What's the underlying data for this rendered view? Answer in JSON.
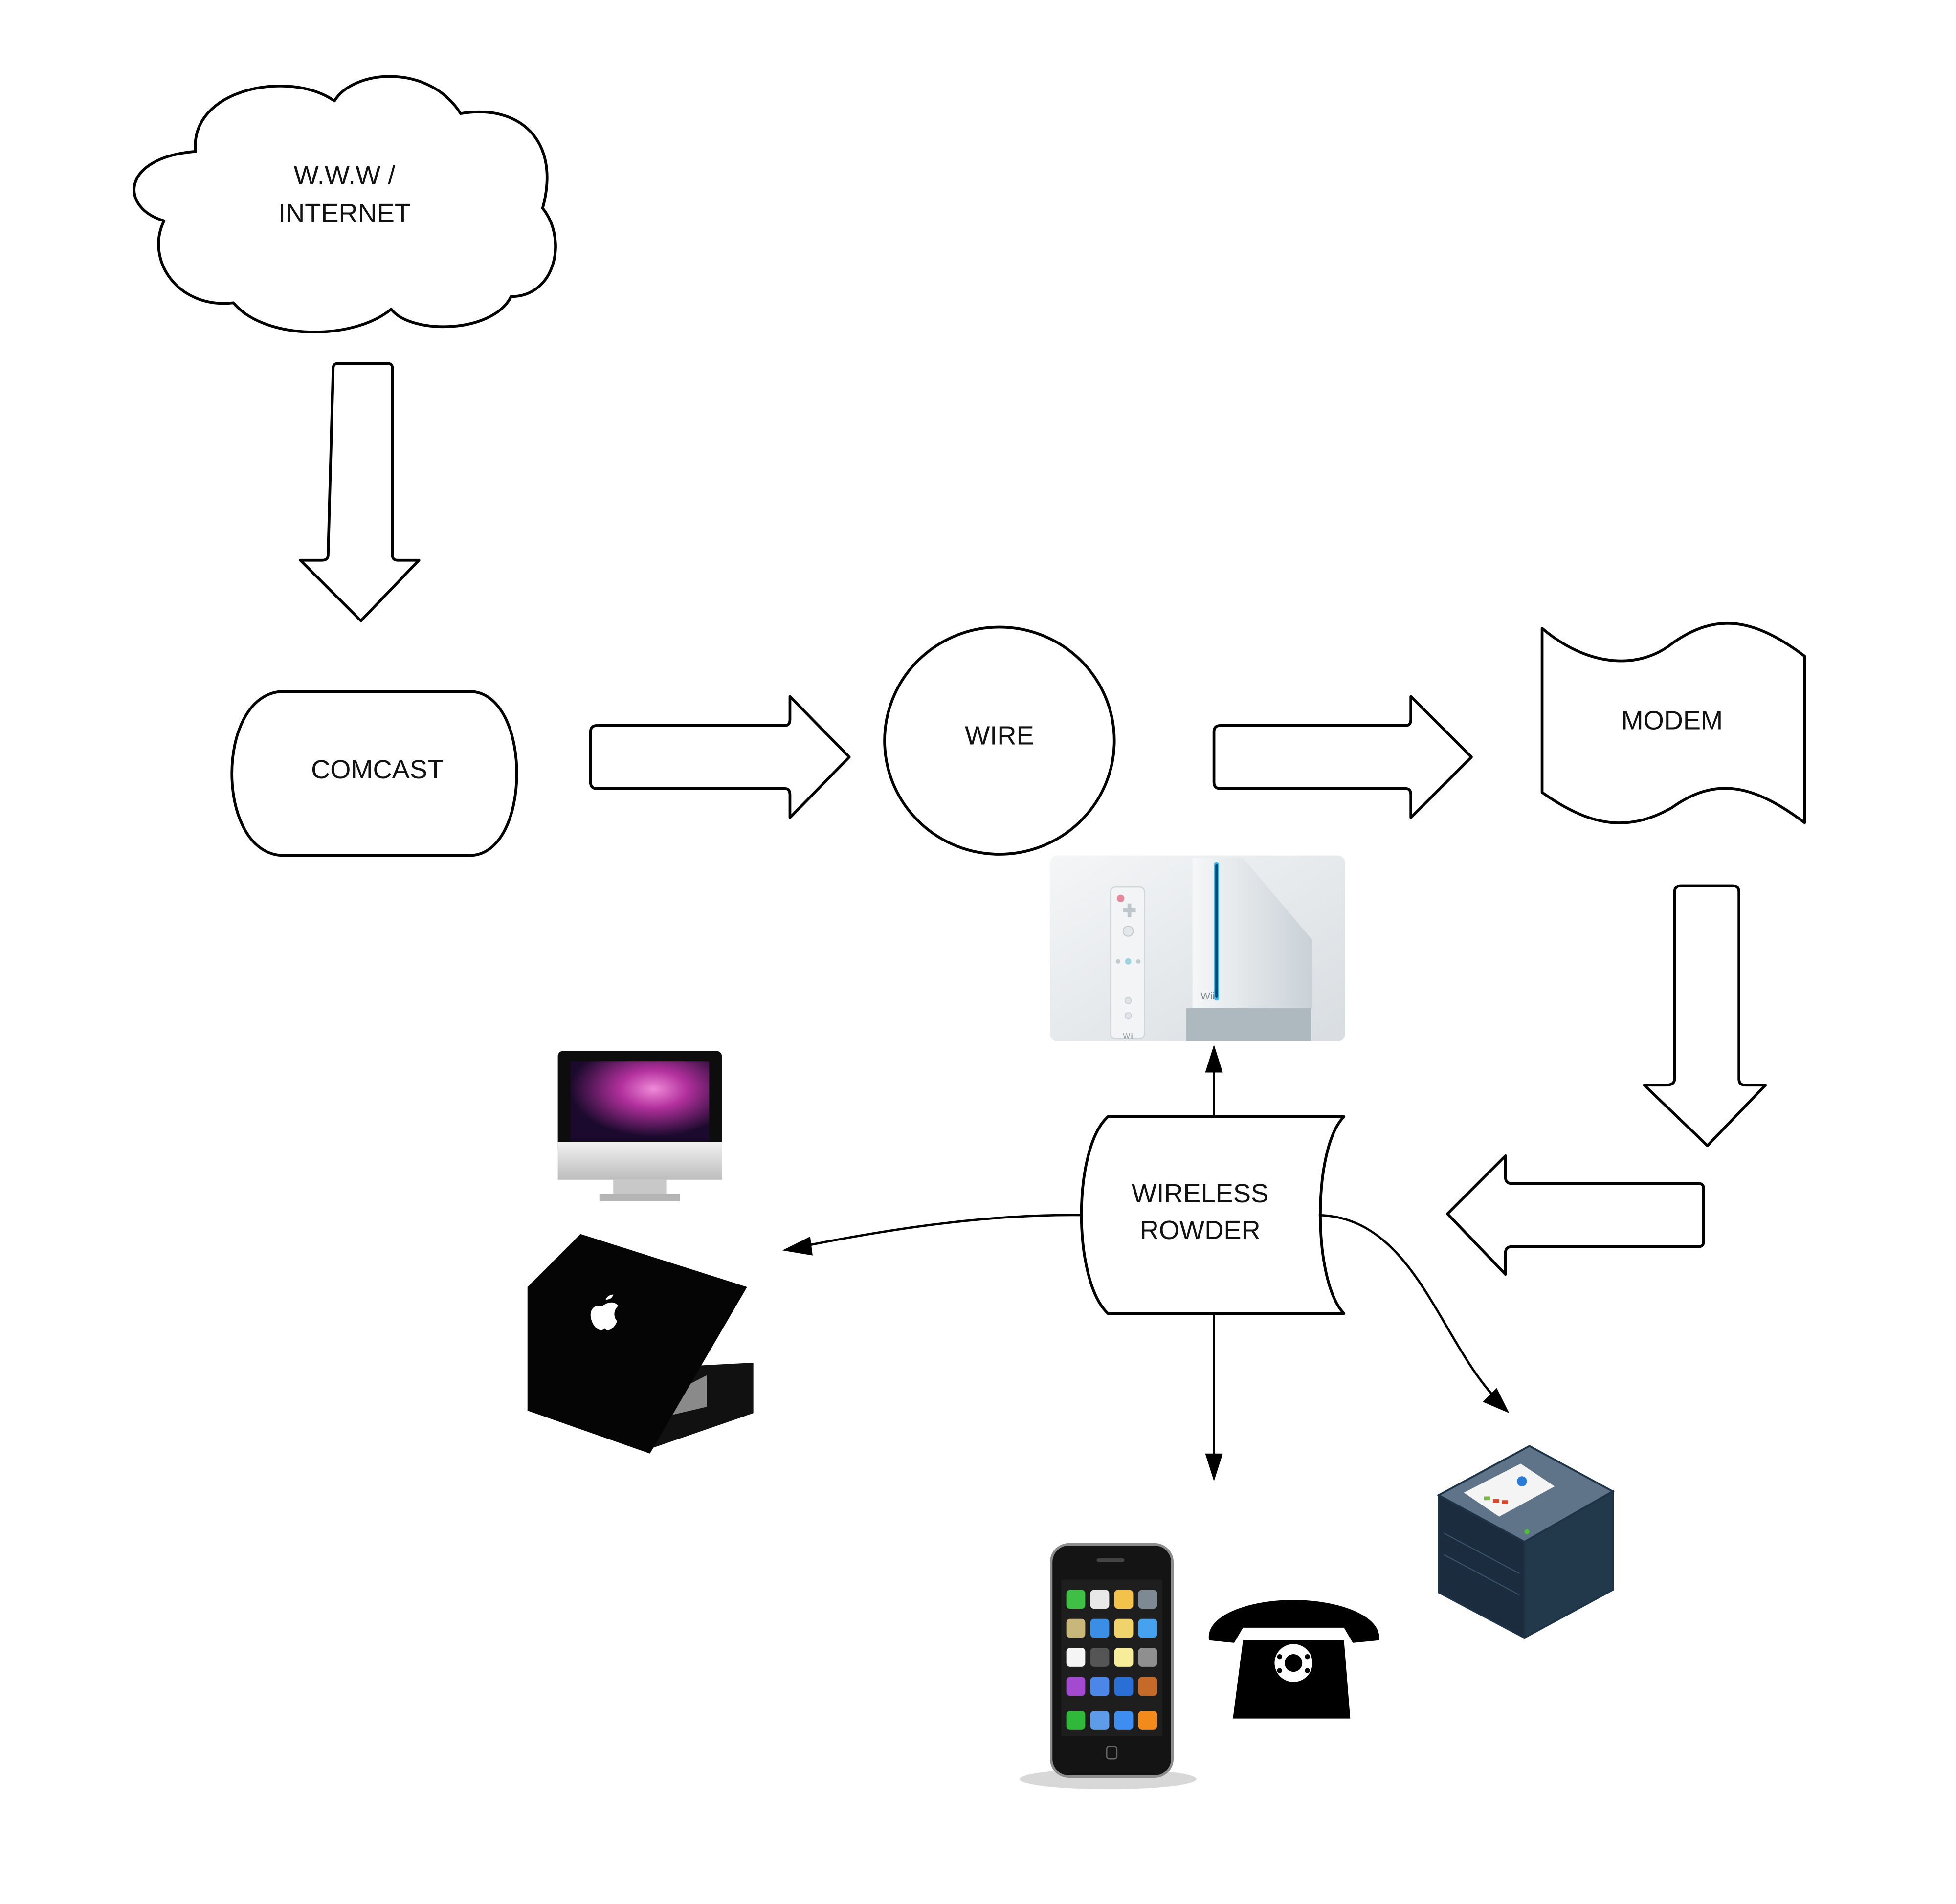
{
  "diagram": {
    "title": "Home network diagram",
    "nodes": {
      "internet": {
        "lines": [
          "W.W.W /",
          "INTERNET"
        ],
        "shape": "cloud"
      },
      "comcast": {
        "lines": [
          "COMCAST"
        ],
        "shape": "rounded-terminator"
      },
      "wire": {
        "lines": [
          "WIRE"
        ],
        "shape": "circle"
      },
      "modem": {
        "lines": [
          "MODEM"
        ],
        "shape": "wave-banner"
      },
      "router": {
        "lines": [
          "WIRELESS",
          "ROWDER"
        ],
        "shape": "stored-data"
      }
    },
    "devices": {
      "wii": {
        "label": "Nintendo Wii console and remote",
        "brand_text": "Wii",
        "accent": "#3fb6e8"
      },
      "imac": {
        "label": "iMac desktop computer",
        "accent": "#c53ca8"
      },
      "laptop": {
        "label": "Black MacBook laptop"
      },
      "iphone": {
        "label": "iPhone smartphone"
      },
      "telephone": {
        "label": "Rotary telephone"
      },
      "printer": {
        "label": "Network printer",
        "accent": "#1f3346"
      }
    },
    "flow": [
      {
        "from": "internet",
        "to": "comcast",
        "style": "block-arrow",
        "direction": "down"
      },
      {
        "from": "comcast",
        "to": "wire",
        "style": "block-arrow",
        "direction": "right"
      },
      {
        "from": "wire",
        "to": "modem",
        "style": "block-arrow",
        "direction": "right"
      },
      {
        "from": "modem",
        "to": "router",
        "style": "block-arrow",
        "direction": "down-then-left"
      },
      {
        "from": "router",
        "to": "wii",
        "style": "line-arrow"
      },
      {
        "from": "router",
        "to": "laptop",
        "style": "line-arrow"
      },
      {
        "from": "router",
        "to": "iphone",
        "style": "line-arrow"
      },
      {
        "from": "router",
        "to": "printer",
        "style": "line-arrow"
      }
    ]
  }
}
